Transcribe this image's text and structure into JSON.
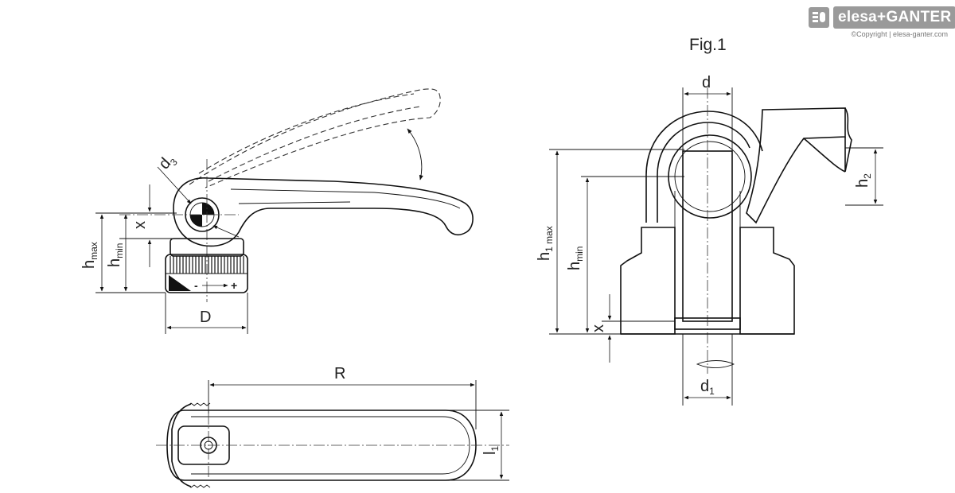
{
  "brand": {
    "name": "elesa+GANTER",
    "copyright": "©Copyright | elesa-ganter.com"
  },
  "figure": {
    "label": "Fig.1"
  },
  "dimensions": {
    "d3": {
      "main": "d",
      "sub": "3"
    },
    "x": "x",
    "h_max": {
      "main": "h",
      "sub": "max"
    },
    "h_min": {
      "main": "h",
      "sub": "min"
    },
    "D": "D",
    "R": "R",
    "l1": {
      "main": "l",
      "sub": "1"
    },
    "d": "d",
    "h1_max": {
      "main": "h",
      "sub": "1 max"
    },
    "h_min_section": {
      "main": "h",
      "sub": "min"
    },
    "h2": {
      "main": "h",
      "sub": "2"
    },
    "x_section": "x",
    "d1": {
      "main": "d",
      "sub": "1"
    }
  },
  "hub_marking": {
    "minus": "-",
    "plus": "+"
  }
}
